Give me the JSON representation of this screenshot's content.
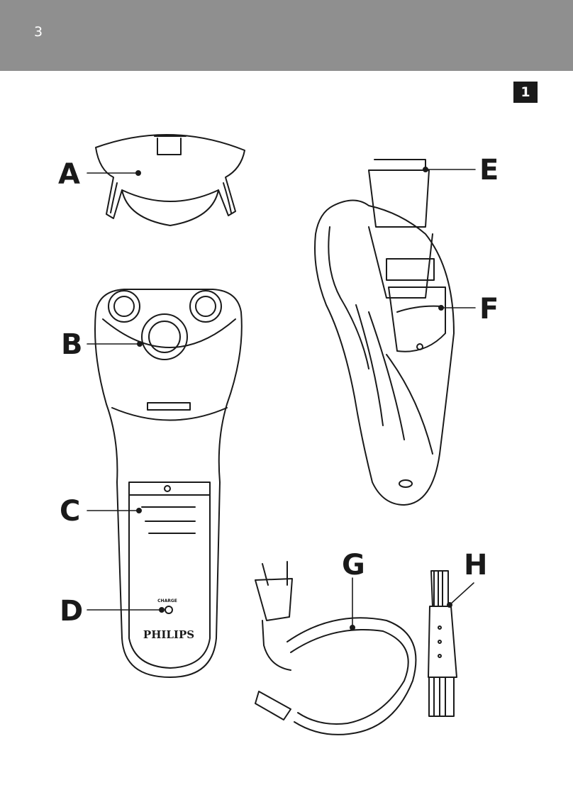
{
  "header": {
    "page_number": "3"
  },
  "figure": {
    "number": "1"
  },
  "labels": {
    "a": "A",
    "b": "B",
    "c": "C",
    "d": "D",
    "e": "E",
    "f": "F",
    "g": "G",
    "h": "H"
  },
  "shaver": {
    "brand": "PHILIPS",
    "charge_text": "CHARGE"
  },
  "colors": {
    "header_bg": "#8f8f8f",
    "ink": "#1a1a1a",
    "badge_bg": "#1a1a1a"
  }
}
